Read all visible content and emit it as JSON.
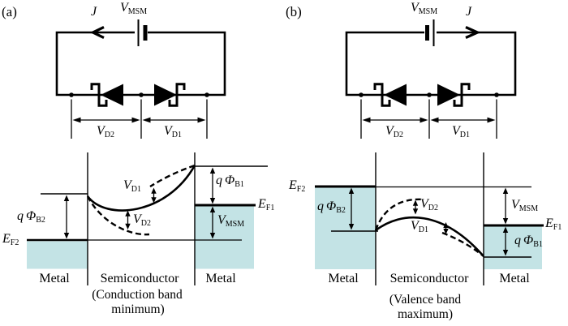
{
  "figure": {
    "panel_a_tag": "(a)",
    "panel_b_tag": "(b)"
  },
  "labels": {
    "current": "J",
    "v_msm": {
      "v": "V",
      "sub": "MSM"
    },
    "v_d1": {
      "v": "V",
      "sub": "D1"
    },
    "v_d2": {
      "v": "V",
      "sub": "D2"
    },
    "e_f1": {
      "v": "E",
      "sub": "F1"
    },
    "e_f2": {
      "v": "E",
      "sub": "F2"
    },
    "q_phi_b1": {
      "pre": "q",
      "v": "Φ",
      "sub": "B1"
    },
    "q_phi_b2": {
      "pre": "q",
      "v": "Φ",
      "sub": "B2"
    },
    "metal": "Metal",
    "semiconductor": "Semiconductor",
    "note_a_line1": "(Conduction band",
    "note_a_line2": "minimum)",
    "note_b_line1": "(Valence band",
    "note_b_line2": "maximum)"
  },
  "colors": {
    "metal_fill": "#c3e3e5",
    "line": "#000000",
    "background": "#ffffff"
  }
}
